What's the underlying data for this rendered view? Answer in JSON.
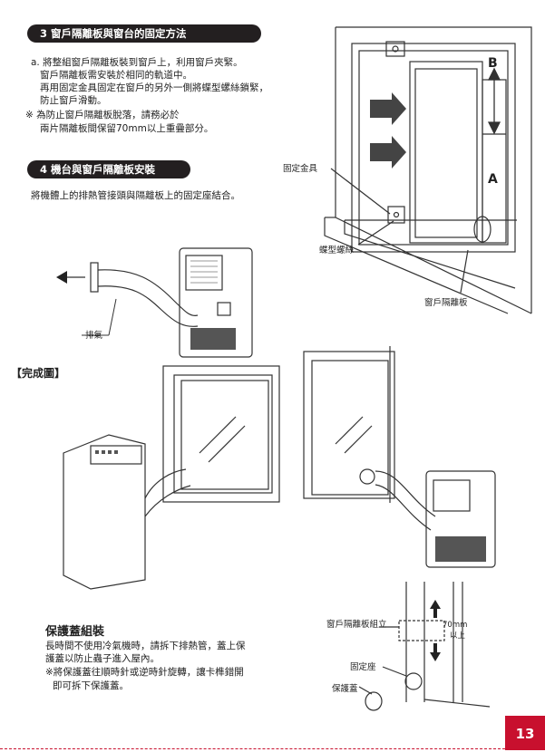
{
  "section3": {
    "title": "3 窗戶隔離板與窗台的固定方法",
    "lines": [
      "a. 將整組窗戶隔離板裝到窗戶上，利用窗戶夾緊。",
      "窗戶隔離板需安裝於相同的軌道中。",
      "再用固定金具固定在窗戶的另外一側將蝶型螺絲鎖緊，",
      "防止窗戶滑動。",
      "※ 為防止窗戶隔離板脫落，請務必於",
      "兩片隔離板間保留70mm以上重疊部分。"
    ]
  },
  "section4": {
    "title": "4 機台與窗戶隔離板安裝",
    "line": "將機體上的排熱管接頭與隔離板上的固定座結合。"
  },
  "diagram_window": {
    "label_b": "B",
    "label_a": "A",
    "label_bracket": "固定金具",
    "label_screw": "蝶型螺絲",
    "label_panel": "窗戶隔離板"
  },
  "diagram_unit": {
    "label_exhaust": "排氣"
  },
  "completed": {
    "label": "【完成圖】"
  },
  "protect": {
    "title": "保護蓋組裝",
    "lines": [
      "長時間不使用冷氣機時，請拆下排熱管，蓋上保",
      "護蓋以防止蟲子進入屋內。",
      "※將保護蓋往順時針或逆時針旋轉，讓卡榫錯開",
      "即可拆下保護蓋。"
    ]
  },
  "diagram_cover": {
    "label_assembly": "窗戶隔離板組立",
    "label_70mm_a": "70mm",
    "label_70mm_b": "以上",
    "label_seat": "固定座",
    "label_cover": "保護蓋"
  },
  "page_number": "13",
  "colors": {
    "accent": "#c8102e",
    "pill": "#231f20"
  }
}
